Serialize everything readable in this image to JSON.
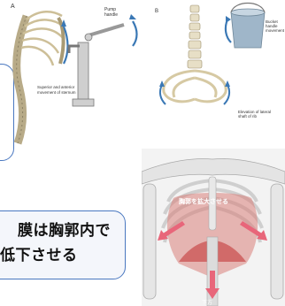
{
  "figure_a": {
    "panel_letter": "A",
    "pump_label_line1": "Pump",
    "pump_label_line2": "handle",
    "sternum_label_line1": "Superior and anterior",
    "sternum_label_line2": "movement of sternum"
  },
  "figure_b": {
    "panel_letter": "B",
    "bucket_label_line1": "Bucket",
    "bucket_label_line2": "handle",
    "bucket_label_line3": "movement",
    "rib_label_line1": "Elevation of lateral",
    "rib_label_line2": "shaft of rib"
  },
  "figure_c": {
    "expansion_label": "胸郭を拡大させる",
    "down_label": "下方"
  },
  "caption": {
    "line1": "膜は胸郭内で",
    "line2": "低下させる"
  }
}
